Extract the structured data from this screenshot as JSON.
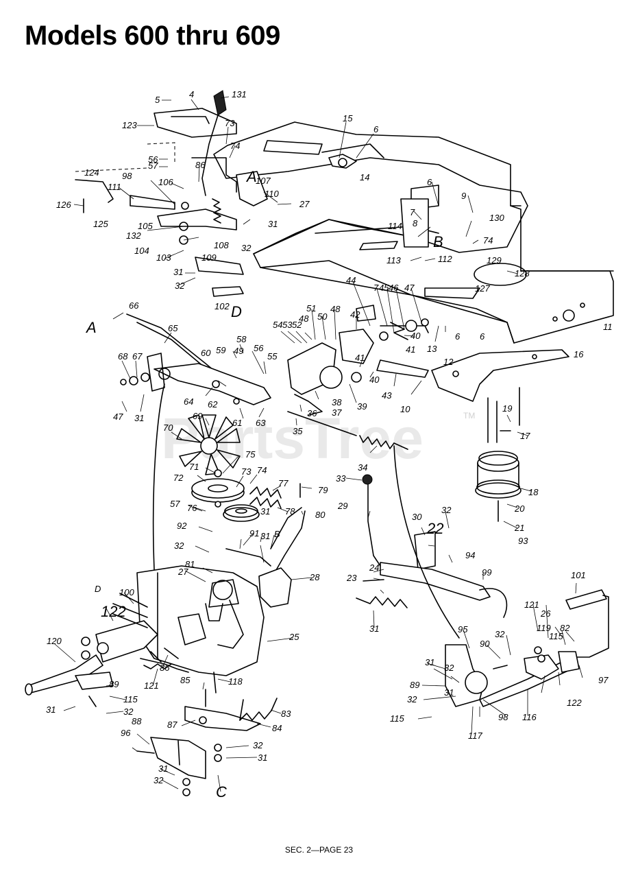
{
  "title": "Models 600 thru 609",
  "footer": "SEC. 2—PAGE 23",
  "watermark": "PartsTree",
  "watermark_tm": "TM",
  "ref_letters": [
    "A",
    "A",
    "B",
    "B",
    "C",
    "D",
    "D"
  ],
  "callouts": [
    "5",
    "4",
    "131",
    "123",
    "73",
    "74",
    "15",
    "6",
    "56",
    "57",
    "86",
    "A",
    "107",
    "14",
    "124",
    "98",
    "106",
    "111",
    "110",
    "27",
    "6",
    "9",
    "126",
    "125",
    "105",
    "31",
    "7",
    "130",
    "132",
    "32",
    "114",
    "8",
    "B",
    "74",
    "104",
    "108",
    "103",
    "109",
    "113",
    "112",
    "128",
    "31",
    "32",
    "102",
    "D",
    "129",
    "44",
    "7",
    "45",
    "46",
    "47",
    "51",
    "48",
    "42",
    "127",
    "66",
    "A",
    "65",
    "50",
    "40",
    "11",
    "48",
    "41",
    "13",
    "6",
    "6",
    "54",
    "53",
    "52",
    "41",
    "12",
    "58",
    "49",
    "40",
    "16",
    "68",
    "67",
    "60",
    "59",
    "56",
    "55",
    "43",
    "39",
    "10",
    "47",
    "31",
    "64",
    "62",
    "63",
    "61",
    "38",
    "37",
    "36",
    "35",
    "19",
    "69",
    "17",
    "70",
    "34",
    "75",
    "71",
    "73",
    "74",
    "72",
    "77",
    "33",
    "79",
    "18",
    "57",
    "76",
    "78",
    "29",
    "80",
    "20",
    "92",
    "32",
    "30",
    "21",
    "91",
    "31",
    "B",
    "22",
    "93",
    "32",
    "31",
    "94",
    "81",
    "28",
    "24",
    "99",
    "100",
    "27",
    "23",
    "101",
    "D",
    "122",
    "121",
    "26",
    "31",
    "115",
    "82",
    "25",
    "95",
    "120",
    "32",
    "119",
    "90",
    "86",
    "85",
    "118",
    "31",
    "32",
    "97",
    "89",
    "89",
    "121",
    "31",
    "115",
    "122",
    "32",
    "98",
    "31",
    "32",
    "87",
    "84",
    "83",
    "115",
    "116",
    "117",
    "96",
    "88",
    "32",
    "31",
    "31",
    "32",
    "C"
  ]
}
